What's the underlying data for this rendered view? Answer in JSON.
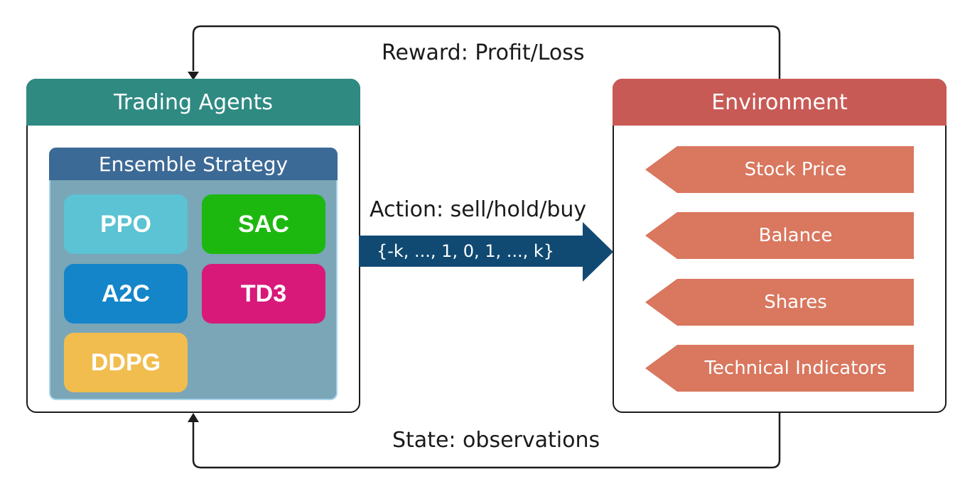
{
  "agents_panel": {
    "title": "Trading Agents",
    "ensemble": {
      "title": "Ensemble Strategy",
      "algorithms": [
        {
          "label": "PPO",
          "color": "#5bc3d3"
        },
        {
          "label": "SAC",
          "color": "#1db80f"
        },
        {
          "label": "A2C",
          "color": "#1485c9"
        },
        {
          "label": "TD3",
          "color": "#d8197a"
        },
        {
          "label": "DDPG",
          "color": "#f2bd4f"
        }
      ]
    }
  },
  "environment_panel": {
    "title": "Environment",
    "items": [
      "Stock Price",
      "Balance",
      "Shares",
      "Technical Indicators"
    ],
    "item_color": "#d9775f"
  },
  "reward_label": "Reward: Profit/Loss",
  "action": {
    "label": "Action: sell/hold/buy",
    "values": "{-k, ..., 1, 0, 1, ..., k}",
    "color": "#104a73"
  },
  "state_label": "State: observations"
}
